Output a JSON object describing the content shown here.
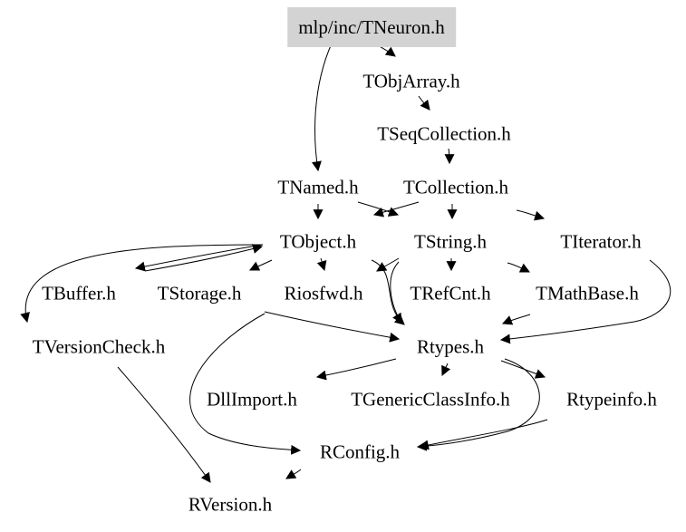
{
  "graph": {
    "nodes": [
      {
        "id": "tneuron",
        "label": "mlp/inc/TNeuron.h",
        "highlight": true
      },
      {
        "id": "tobjarray",
        "label": "TObjArray.h"
      },
      {
        "id": "tseqcollection",
        "label": "TSeqCollection.h"
      },
      {
        "id": "tnamed",
        "label": "TNamed.h"
      },
      {
        "id": "tcollection",
        "label": "TCollection.h"
      },
      {
        "id": "tobject",
        "label": "TObject.h"
      },
      {
        "id": "tstring",
        "label": "TString.h"
      },
      {
        "id": "titerator",
        "label": "TIterator.h"
      },
      {
        "id": "tbuffer",
        "label": "TBuffer.h"
      },
      {
        "id": "tstorage",
        "label": "TStorage.h"
      },
      {
        "id": "riosfwd",
        "label": "Riosfwd.h"
      },
      {
        "id": "trefcnt",
        "label": "TRefCnt.h"
      },
      {
        "id": "tmathbase",
        "label": "TMathBase.h"
      },
      {
        "id": "tversioncheck",
        "label": "TVersionCheck.h"
      },
      {
        "id": "rtypes",
        "label": "Rtypes.h"
      },
      {
        "id": "dllimport",
        "label": "DllImport.h"
      },
      {
        "id": "tgenericclassinfo",
        "label": "TGenericClassInfo.h"
      },
      {
        "id": "rtypeinfo",
        "label": "Rtypeinfo.h"
      },
      {
        "id": "rconfig",
        "label": "RConfig.h"
      },
      {
        "id": "rversion",
        "label": "RVersion.h"
      }
    ],
    "edges": [
      [
        "tneuron",
        "tobjarray"
      ],
      [
        "tneuron",
        "tnamed"
      ],
      [
        "tobjarray",
        "tseqcollection"
      ],
      [
        "tseqcollection",
        "tcollection"
      ],
      [
        "tnamed",
        "tobject"
      ],
      [
        "tnamed",
        "tstring"
      ],
      [
        "tcollection",
        "tobject"
      ],
      [
        "tcollection",
        "tstring"
      ],
      [
        "tcollection",
        "titerator"
      ],
      [
        "tobject",
        "tbuffer"
      ],
      [
        "tobject",
        "tstorage"
      ],
      [
        "tobject",
        "riosfwd"
      ],
      [
        "tobject",
        "rtypes"
      ],
      [
        "tobject",
        "tversioncheck"
      ],
      [
        "tstring",
        "riosfwd"
      ],
      [
        "tstring",
        "trefcnt"
      ],
      [
        "tstring",
        "tmathbase"
      ],
      [
        "tstring",
        "rtypes"
      ],
      [
        "tbuffer",
        "tobject"
      ],
      [
        "riosfwd",
        "rtypes"
      ],
      [
        "riosfwd",
        "rconfig"
      ],
      [
        "tmathbase",
        "rtypes"
      ],
      [
        "titerator",
        "rtypes"
      ],
      [
        "rtypes",
        "dllimport"
      ],
      [
        "rtypes",
        "tgenericclassinfo"
      ],
      [
        "rtypes",
        "rtypeinfo"
      ],
      [
        "rtypes",
        "rconfig"
      ],
      [
        "rtypeinfo",
        "rconfig"
      ],
      [
        "tversioncheck",
        "rversion"
      ],
      [
        "rconfig",
        "rversion"
      ]
    ]
  }
}
